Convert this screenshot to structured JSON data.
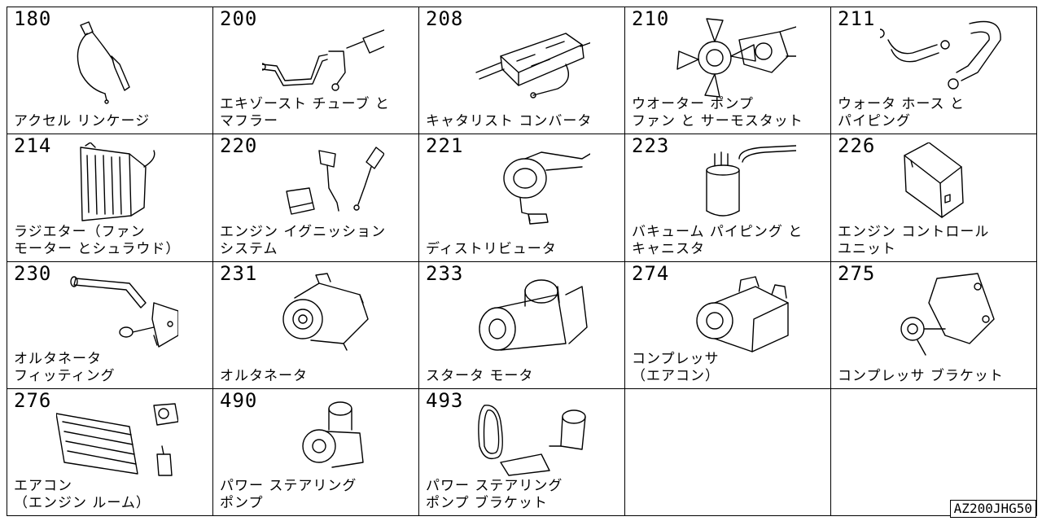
{
  "cells": [
    {
      "number": "180",
      "line1": "アクセル リンケージ",
      "line2": "",
      "icon": "accelerator-linkage-icon"
    },
    {
      "number": "200",
      "line1": "エキゾースト チューブ と",
      "line2": "マフラー",
      "icon": "exhaust-muffler-icon"
    },
    {
      "number": "208",
      "line1": "キャタリスト コンバータ",
      "line2": "",
      "icon": "catalytic-converter-icon"
    },
    {
      "number": "210",
      "line1": "ウオーター ポンプ",
      "line2": "ファン と サーモスタット",
      "icon": "water-pump-fan-icon"
    },
    {
      "number": "211",
      "line1": "ウォータ ホース と",
      "line2": "パイピング",
      "icon": "water-hose-icon"
    },
    {
      "number": "214",
      "line1": "ラジエター（ファン",
      "line2": "モーター とシュラウド）",
      "icon": "radiator-icon"
    },
    {
      "number": "220",
      "line1": "エンジン イグニッション",
      "line2": "システム",
      "icon": "ignition-coil-icon"
    },
    {
      "number": "221",
      "line1": "ディストリビュータ",
      "line2": "",
      "icon": "distributor-icon"
    },
    {
      "number": "223",
      "line1": "バキューム パイピング と",
      "line2": "キャニスタ",
      "icon": "canister-icon"
    },
    {
      "number": "226",
      "line1": "エンジン コントロール",
      "line2": "ユニット",
      "icon": "control-unit-icon"
    },
    {
      "number": "230",
      "line1": "オルタネータ",
      "line2": "フィッティング",
      "icon": "alternator-bracket-icon"
    },
    {
      "number": "231",
      "line1": "オルタネータ",
      "line2": "",
      "icon": "alternator-icon"
    },
    {
      "number": "233",
      "line1": "スタータ モータ",
      "line2": "",
      "icon": "starter-motor-icon"
    },
    {
      "number": "274",
      "line1": "コンプレッサ",
      "line2": "（エアコン）",
      "icon": "ac-compressor-icon"
    },
    {
      "number": "275",
      "line1": "コンプレッサ ブラケット",
      "line2": "",
      "icon": "compressor-bracket-icon"
    },
    {
      "number": "276",
      "line1": "エアコン",
      "line2": "（エンジン ルーム）",
      "icon": "condenser-icon"
    },
    {
      "number": "490",
      "line1": "パワー ステアリング",
      "line2": "ポンプ",
      "icon": "power-steering-pump-icon"
    },
    {
      "number": "493",
      "line1": "パワー ステアリング",
      "line2": "ポンプ ブラケット",
      "icon": "pump-bracket-icon"
    }
  ],
  "stamp": "AZ200JHG50"
}
